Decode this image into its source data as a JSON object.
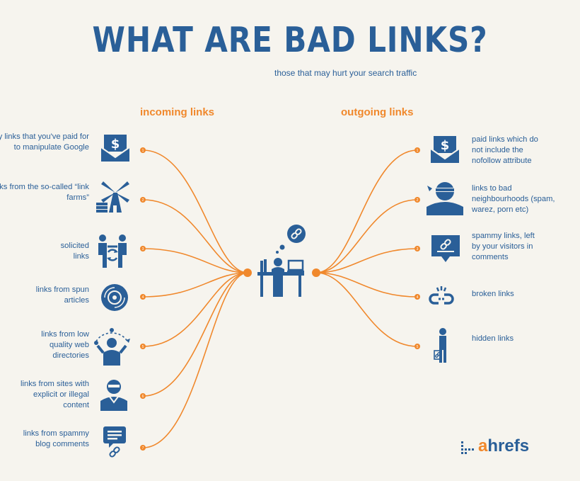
{
  "title": "WHAT ARE BAD LINKS?",
  "subtitle": "those that may hurt your search traffic",
  "incoming_label": "incoming links",
  "outgoing_label": "outgoing links",
  "incoming": [
    {
      "text": "any links that you've paid for to manipulate Google",
      "icon": "money-envelope-icon",
      "num": "1"
    },
    {
      "text": "links from the so-called “link farms”",
      "icon": "windmill-farm-icon",
      "num": "2"
    },
    {
      "text": "solicited links",
      "icon": "handshake-icon",
      "num": "3"
    },
    {
      "text": "links from spun articles",
      "icon": "spinning-disc-icon",
      "num": "4"
    },
    {
      "text": "links from low quality web directories",
      "icon": "juggler-person-icon",
      "num": "5"
    },
    {
      "text": "links from sites with explicit or illegal content",
      "icon": "masked-person-icon",
      "num": "6"
    },
    {
      "text": "links from spammy blog comments",
      "icon": "comment-link-icon",
      "num": "7"
    }
  ],
  "outgoing": [
    {
      "text": "paid links which do not include the nofollow attribute",
      "icon": "money-envelope-icon",
      "num": "1"
    },
    {
      "text": "links to bad neighbourhoods (spam, warez, porn etc)",
      "icon": "bandit-icon",
      "num": "2"
    },
    {
      "text": "spammy links, left by your visitors in comments",
      "icon": "chat-link-icon",
      "num": "3"
    },
    {
      "text": "broken links",
      "icon": "broken-link-icon",
      "num": "4"
    },
    {
      "text": "hidden links",
      "icon": "hidden-person-icon",
      "num": "5"
    }
  ],
  "center_icon": "desk-worker-icon",
  "thought_icon": "link-thought-bubble-icon",
  "brand": {
    "a": "a",
    "rest": "hrefs",
    "icon": "ahrefs-logo-icon"
  },
  "colors": {
    "accent": "#f0882c",
    "brand": "#2a5f98",
    "background": "#f6f4ee"
  }
}
